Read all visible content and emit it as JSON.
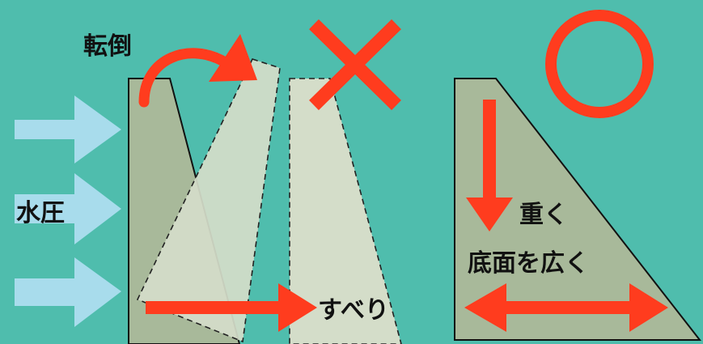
{
  "labels": {
    "overturn": "転倒",
    "water_pressure": "水圧",
    "sliding": "すべり",
    "heavy": "重く",
    "wider_base": "底面を広く"
  },
  "marks": {
    "bad": "✕",
    "good": "〇"
  },
  "colors": {
    "background": "#4fbdad",
    "dam_fill": "#a8b99a",
    "ghost_fill": "#d4ddc9",
    "arrow_red": "#ff3c1e",
    "pressure_arrow": "#a8dcec",
    "text": "#111111"
  }
}
